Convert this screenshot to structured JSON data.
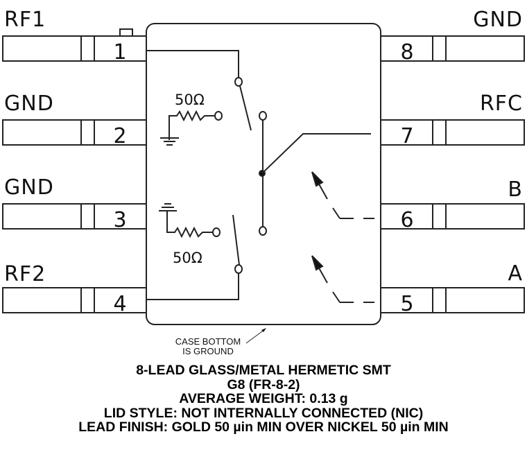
{
  "diagram": {
    "type": "SPDT switch package pinout (absorptive)",
    "pins": [
      {
        "number": "1",
        "label": "RF1",
        "side": "left"
      },
      {
        "number": "2",
        "label": "GND",
        "side": "left"
      },
      {
        "number": "3",
        "label": "GND",
        "side": "left"
      },
      {
        "number": "4",
        "label": "RF2",
        "side": "left"
      },
      {
        "number": "5",
        "label": "A",
        "side": "right"
      },
      {
        "number": "6",
        "label": "B",
        "side": "right"
      },
      {
        "number": "7",
        "label": "RFC",
        "side": "right"
      },
      {
        "number": "8",
        "label": "GND",
        "side": "right"
      }
    ],
    "resistors": [
      {
        "value": "50Ω"
      },
      {
        "value": "50Ω"
      }
    ],
    "case_note": {
      "line1": "CASE BOTTOM",
      "line2": "IS GROUND"
    }
  },
  "footer": {
    "line1": "8-LEAD GLASS/METAL HERMETIC SMT",
    "line2": "G8 (FR-8-2)",
    "line3": "AVERAGE WEIGHT: 0.13 g",
    "line4": "LID STYLE: NOT INTERNALLY CONNECTED (NIC)",
    "line5": "LEAD FINISH: GOLD 50 µin MIN OVER NICKEL 50 µin MIN"
  },
  "colors": {
    "line": "#222222",
    "background": "#ffffff"
  }
}
